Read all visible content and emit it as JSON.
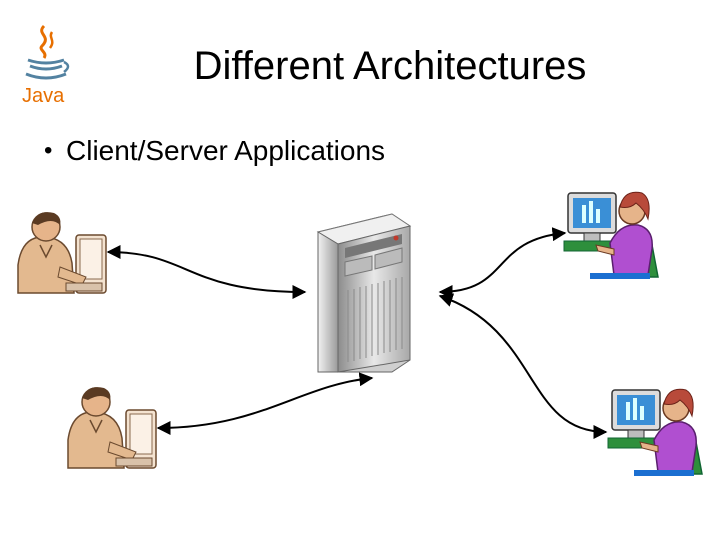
{
  "slide": {
    "title": "Different Architectures",
    "bullets": [
      "Client/Server Applications"
    ],
    "logo": {
      "text": "Java",
      "icon": "java-coffee-cup-icon",
      "color": "#e76f00",
      "steam_color": "#5382a1"
    }
  },
  "diagram": {
    "server_icon": "tower-server-icon",
    "clients": [
      {
        "icon": "man-at-computer-icon"
      },
      {
        "icon": "man-at-computer-icon"
      },
      {
        "icon": "woman-at-computer-icon"
      },
      {
        "icon": "woman-at-computer-icon"
      }
    ],
    "colors": {
      "connector": "#000000",
      "skin": "#e6b48a",
      "woman_shirt": "#b04fd0",
      "woman_hair": "#b84a3a",
      "monitor_screen": "#3a8fd6",
      "chair": "#2e8f3c"
    }
  }
}
